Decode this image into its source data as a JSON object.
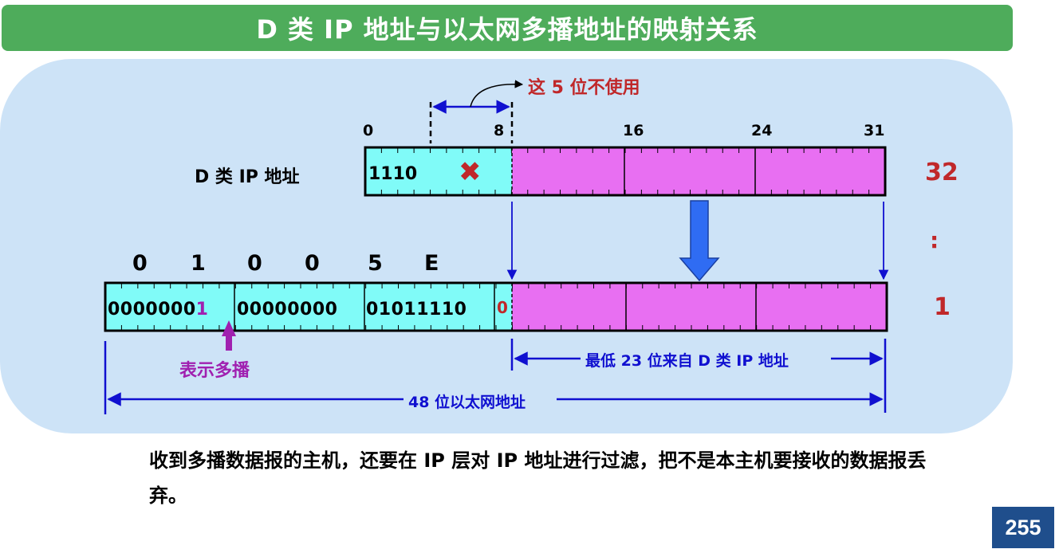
{
  "title": "D 类 IP 地址与以太网多播地址的映射关系",
  "unused_note": "这 5 位不使用",
  "ip_label": "D 类 IP 地址",
  "ip_bit_ticks": [
    "0",
    "8",
    "16",
    "24",
    "31"
  ],
  "ip_prefix_bits": "1110",
  "unused_mark": "✖",
  "side_labels": {
    "top": "32",
    "dots": ":",
    "bottom": "1"
  },
  "mac_hex": [
    "0",
    "1",
    "0",
    "0",
    "5",
    "E"
  ],
  "mac_bytes": [
    "0000000",
    "1",
    "00000000",
    "01011110",
    "0"
  ],
  "multicast_note": "表示多播",
  "low23_note": "最低 23 位来自 D 类 IP 地址",
  "eth48_note": "48 位以太网地址",
  "bottom_text": "收到多播数据报的主机，还要在 IP 层对 IP 地址进行过滤，把不是本主机要接收的数据报丢弃。",
  "page_number": "255",
  "colors": {
    "title_bg": "#4eac5b",
    "panel_bg": "#cde3f7",
    "cyan": "#80fbf8",
    "magenta": "#e86ff2",
    "arrow_blue": "#1010d0",
    "red": "#c0282a",
    "purple": "#a020b0"
  }
}
